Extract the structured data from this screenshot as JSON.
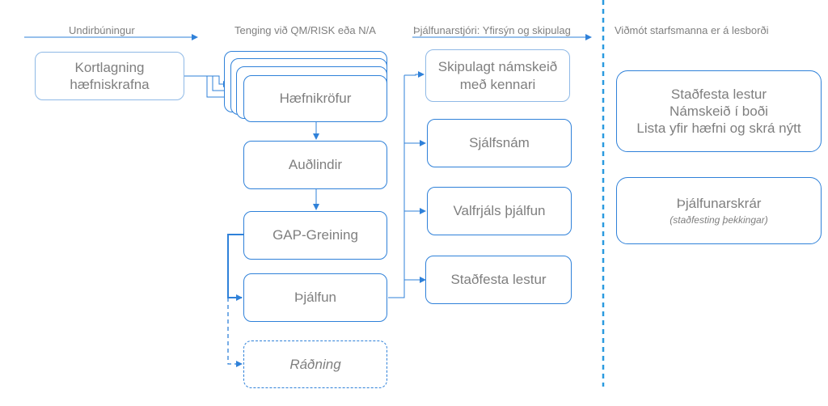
{
  "headers": {
    "col1": "Undirbúningur",
    "col2": "Tenging við QM/RISK eða N/A",
    "col3": "Þjálfunarstjóri: Yfirsýn og skipulag",
    "col4": "Viðmót starfsmanna er á lesborði"
  },
  "left": {
    "mapping": "Kortlagning\nhæfniskrafna"
  },
  "center": {
    "requirements": "Hæfnikröfur",
    "resources": "Auðlindir",
    "gap": "GAP-Greining",
    "training": "Þjálfun",
    "hiring": "Ráðning"
  },
  "methods": {
    "course": "Skipulagt námskeið\nmeð kennari",
    "self_study": "Sjálfsnám",
    "free_training": "Valfrjáls þjálfun",
    "confirm_reading": "Staðfesta lestur"
  },
  "employee": {
    "box1": "Staðfesta lestur\nNámskeið í boði\nLista yfir hæfni og skrá nýtt",
    "records_title": "Þjálfunarskrár",
    "records_sub": "(staðfesting þekkingar)"
  },
  "colors": {
    "accent": "#2f81d9",
    "light_border": "#8fb9e6",
    "text": "#7f7f7f",
    "divider": "#2b9be0"
  }
}
